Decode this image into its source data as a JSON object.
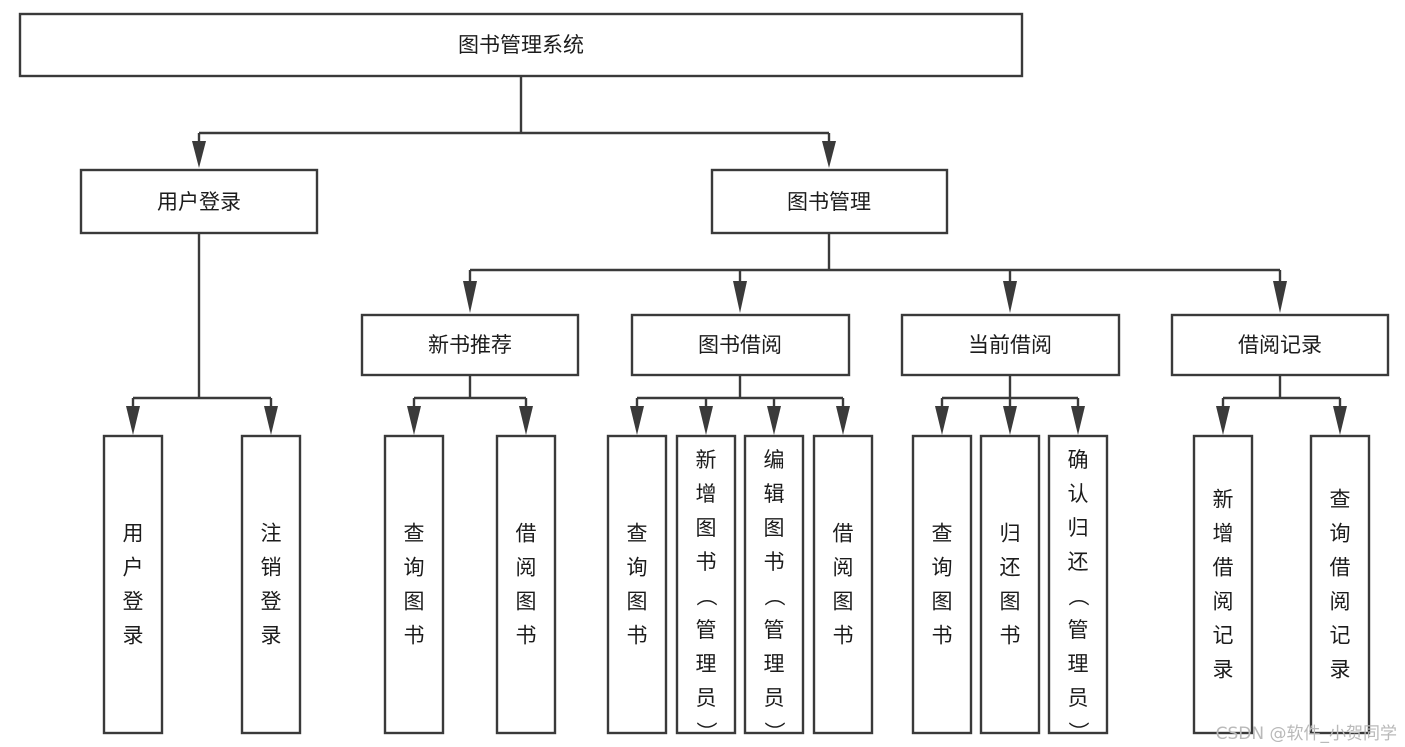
{
  "diagram": {
    "type": "tree",
    "title": "图书管理系统",
    "orientation": "top-down",
    "root": "图书管理系统",
    "watermark": "CSDN @软件_小贺同学",
    "colors": {
      "stroke": "#3a3a3a",
      "fill": "#ffffff",
      "text": "#1c1c1c",
      "watermark": "#b9b9b9",
      "background": "#ffffff"
    }
  },
  "nodes": {
    "root": {
      "label": "图书管理系统",
      "level": 0,
      "orientation": "horizontal"
    },
    "l1": [
      {
        "id": "user-login",
        "label": "用户登录",
        "level": 1,
        "orientation": "horizontal"
      },
      {
        "id": "book-manage",
        "label": "图书管理",
        "level": 1,
        "orientation": "horizontal"
      }
    ],
    "l2": [
      {
        "id": "new-book-rec",
        "label": "新书推荐",
        "level": 2,
        "orientation": "horizontal",
        "parent": "book-manage"
      },
      {
        "id": "book-borrow",
        "label": "图书借阅",
        "level": 2,
        "orientation": "horizontal",
        "parent": "book-manage"
      },
      {
        "id": "current-borrow",
        "label": "当前借阅",
        "level": 2,
        "orientation": "horizontal",
        "parent": "book-manage"
      },
      {
        "id": "borrow-record",
        "label": "借阅记录",
        "level": 2,
        "orientation": "horizontal",
        "parent": "book-manage"
      }
    ],
    "leaves": [
      {
        "id": "leaf-user-login",
        "label": "用户登录",
        "parent": "user-login",
        "orientation": "vertical"
      },
      {
        "id": "leaf-user-logout",
        "label": "注销登录",
        "parent": "user-login",
        "orientation": "vertical"
      },
      {
        "id": "leaf-query-book-1",
        "label": "查询图书",
        "parent": "new-book-rec",
        "orientation": "vertical"
      },
      {
        "id": "leaf-borrow-book-1",
        "label": "借阅图书",
        "parent": "new-book-rec",
        "orientation": "vertical"
      },
      {
        "id": "leaf-query-book-2",
        "label": "查询图书",
        "parent": "book-borrow",
        "orientation": "vertical"
      },
      {
        "id": "leaf-add-book",
        "label": "新增图书（管理员）",
        "parent": "book-borrow",
        "orientation": "vertical"
      },
      {
        "id": "leaf-edit-book",
        "label": "编辑图书（管理员）",
        "parent": "book-borrow",
        "orientation": "vertical"
      },
      {
        "id": "leaf-borrow-book-2",
        "label": "借阅图书",
        "parent": "book-borrow",
        "orientation": "vertical"
      },
      {
        "id": "leaf-query-book-3",
        "label": "查询图书",
        "parent": "current-borrow",
        "orientation": "vertical"
      },
      {
        "id": "leaf-return-book",
        "label": "归还图书",
        "parent": "current-borrow",
        "orientation": "vertical"
      },
      {
        "id": "leaf-confirm-return",
        "label": "确认归还（管理员）",
        "parent": "current-borrow",
        "orientation": "vertical"
      },
      {
        "id": "leaf-add-record",
        "label": "新增借阅记录",
        "parent": "borrow-record",
        "orientation": "vertical"
      },
      {
        "id": "leaf-query-record",
        "label": "查询借阅记录",
        "parent": "borrow-record",
        "orientation": "vertical"
      }
    ]
  }
}
